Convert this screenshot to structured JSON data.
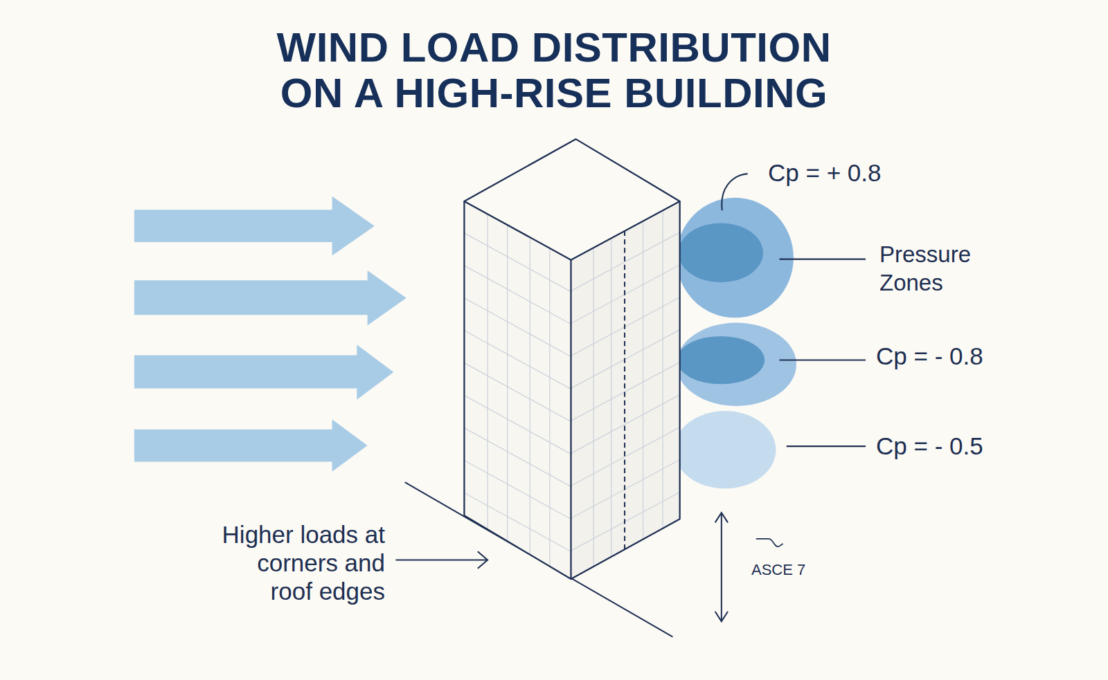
{
  "diagram": {
    "title": "WIND LOAD DISTRIBUTION ON A HIGH-RISE BUILDING",
    "labels": [
      "Cp = + 0.8",
      "Pressure Zones",
      "Cp = - 0.8",
      "Cp = - 0.5",
      "Higher loads at corners and roof edges",
      "ASCE 7"
    ]
  }
}
